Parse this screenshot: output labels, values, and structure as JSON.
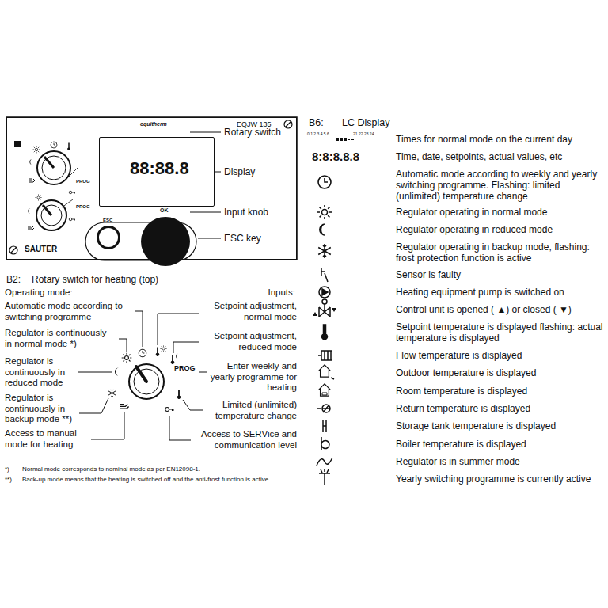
{
  "diagram": {
    "nodes": [
      {
        "text": [
          "equitherm",
          "EQJW 135",
          "SAUTER"
        ]
      },
      {
        "text": [
          "88:88.8"
        ],
        "in": 0
      },
      {
        "text": [
          "ESC"
        ],
        "in": 0
      },
      {
        "text": [
          "OK"
        ],
        "in": 0
      }
    ],
    "labels": [
      "Rotary switch",
      "Display",
      "Input knob",
      "ESC key",
      "B6:",
      "LC Display",
      "B2:",
      "Rotary switch for heating (top)",
      "Operating mode:",
      "Inputs:",
      "Automatic mode according to switching programme",
      "Regulator is continuously in normal mode *)",
      "Regulator is continuously in reduced mode",
      "Regulator is continuously in backup mode **)",
      "Access to manual mode for heating",
      "Setpoint adjustment, normal mode",
      "Setpoint adjustment, reduced mode",
      "Enter weekly and yearly programme for heating",
      "Limited (unlimited) temperature change",
      "Access to SERVice and communication level",
      "*)",
      "Normal mode corresponds to nominal mode as per EN12098-1.",
      "**)",
      "Back-up mode means that the heating is switched off and the anti-frost function is active.",
      "Times for normal mode on the current day",
      "Time, date, setpoints, actual values, etc",
      "Automatic mode according to weekly and yearly switching programme. Flashing: limited (unlimited) temperature change",
      "Regulator operating in normal mode",
      "Regulator operating in reduced mode",
      "Regulator operating in backup mode, flashing: frost protection function is active",
      "Sensor is faulty",
      "Heating equipment pump is switched on",
      "Control unit is opened ( ▲) or closed ( ▼)",
      "Setpoint temperature is displayed flashing: actual temperature is displayed",
      "Flow temperature is displayed",
      "Outdoor temperature is displayed",
      "Room temperature is displayed",
      "Return temperature is displayed",
      "Storage tank temperature is displayed",
      "Boiler temperature is displayed",
      "Regulator is in summer mode",
      "Yearly switching programme is currently active",
      "PROG",
      "0 1 2 3 4 5 6",
      "21 22 23 24",
      "8:8:8.8.8",
      "PROG",
      "PROG"
    ]
  }
}
